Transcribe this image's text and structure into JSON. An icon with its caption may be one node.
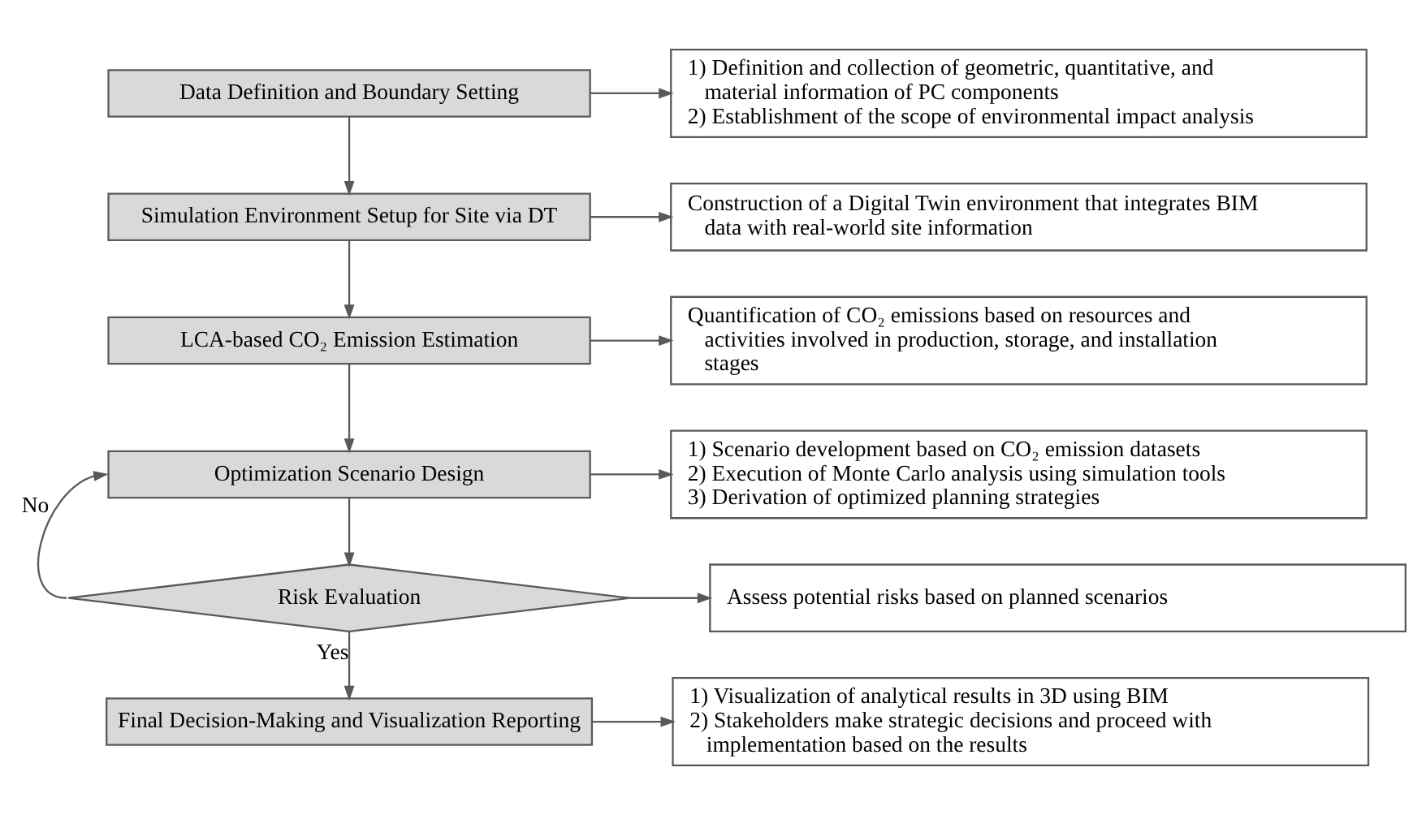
{
  "diagram": {
    "nodes": [
      {
        "text": [
          "Data Definition and Boundary Setting"
        ]
      },
      {
        "text": [
          "1) Definition and collection of geometric, quantitative, and material information of PC components",
          "2) Establishment of the scope of environmental impact analysis"
        ]
      },
      {
        "text": [
          "Simulation Environment Setup for Site via DT"
        ]
      },
      {
        "text": [
          "Construction of a Digital Twin environment that integrates BIM data with real-world site information"
        ]
      },
      {
        "text": [
          "LCA-based CO₂ Emission Estimation"
        ]
      },
      {
        "text": [
          "Quantification of CO₂ emissions based on resources and activities involved in production, storage, and installation stages"
        ]
      },
      {
        "text": [
          "Optimization Scenario Design"
        ]
      },
      {
        "text": [
          "1) Scenario development based on CO₂ emission datasets",
          "2) Execution of Monte Carlo analysis using simulation tools",
          "3) Derivation of optimized planning strategies"
        ]
      },
      {
        "text": [
          "Risk Evaluation"
        ]
      },
      {
        "text": [
          "Assess potential risks based on planned scenarios"
        ]
      },
      {
        "text": [
          "Final Decision-Making and Visualization Reporting"
        ]
      },
      {
        "text": [
          "1) Visualization of analytical results in 3D using BIM",
          "2) Stakeholders make strategic decisions and proceed with implementation based on the results"
        ]
      }
    ],
    "edges": [
      {
        "from": 0,
        "to": 1,
        "arrow": "to"
      },
      {
        "from": 0,
        "to": 2,
        "arrow": "to"
      },
      {
        "from": 2,
        "to": 3,
        "arrow": "to"
      },
      {
        "from": 2,
        "to": 4,
        "arrow": "to"
      },
      {
        "from": 4,
        "to": 5,
        "arrow": "to"
      },
      {
        "from": 4,
        "to": 6,
        "arrow": "to"
      },
      {
        "from": 6,
        "to": 7,
        "arrow": "to"
      },
      {
        "from": 6,
        "to": 8,
        "arrow": "to"
      },
      {
        "from": 8,
        "to": 9,
        "arrow": "to"
      },
      {
        "from": 8,
        "to": 6,
        "arrow": "to",
        "label": "No"
      },
      {
        "from": 8,
        "to": 10,
        "arrow": "to",
        "label": "Yes"
      },
      {
        "from": 10,
        "to": 11,
        "arrow": "to"
      }
    ]
  }
}
